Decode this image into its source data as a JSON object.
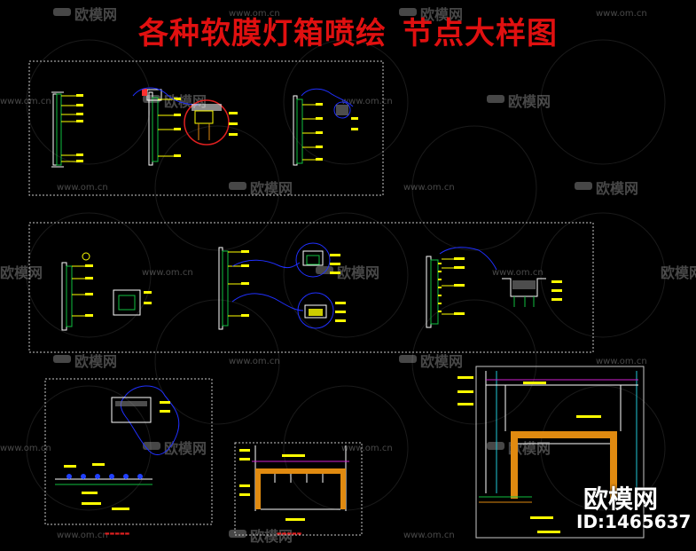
{
  "title": {
    "part1": "各种软膜灯箱喷绘",
    "part2": "节点大样图"
  },
  "watermark": {
    "url": "www.om.cn",
    "brand_short": "欧模网"
  },
  "brand": {
    "name": "欧模网",
    "id": "ID:1465637"
  },
  "colors": {
    "background": "#000000",
    "title": "#e01010",
    "frame_dashed": "#c8c8c8",
    "dimension_yellow": "#ffff00",
    "cloud_blue": "#2030ff",
    "detail_red": "#e02020",
    "beam_orange": "#e08a10",
    "line_green": "#10c040",
    "line_magenta": "#d020d0",
    "line_cyan": "#20c8d8"
  },
  "icons": [
    "sofa-logo-icon"
  ]
}
